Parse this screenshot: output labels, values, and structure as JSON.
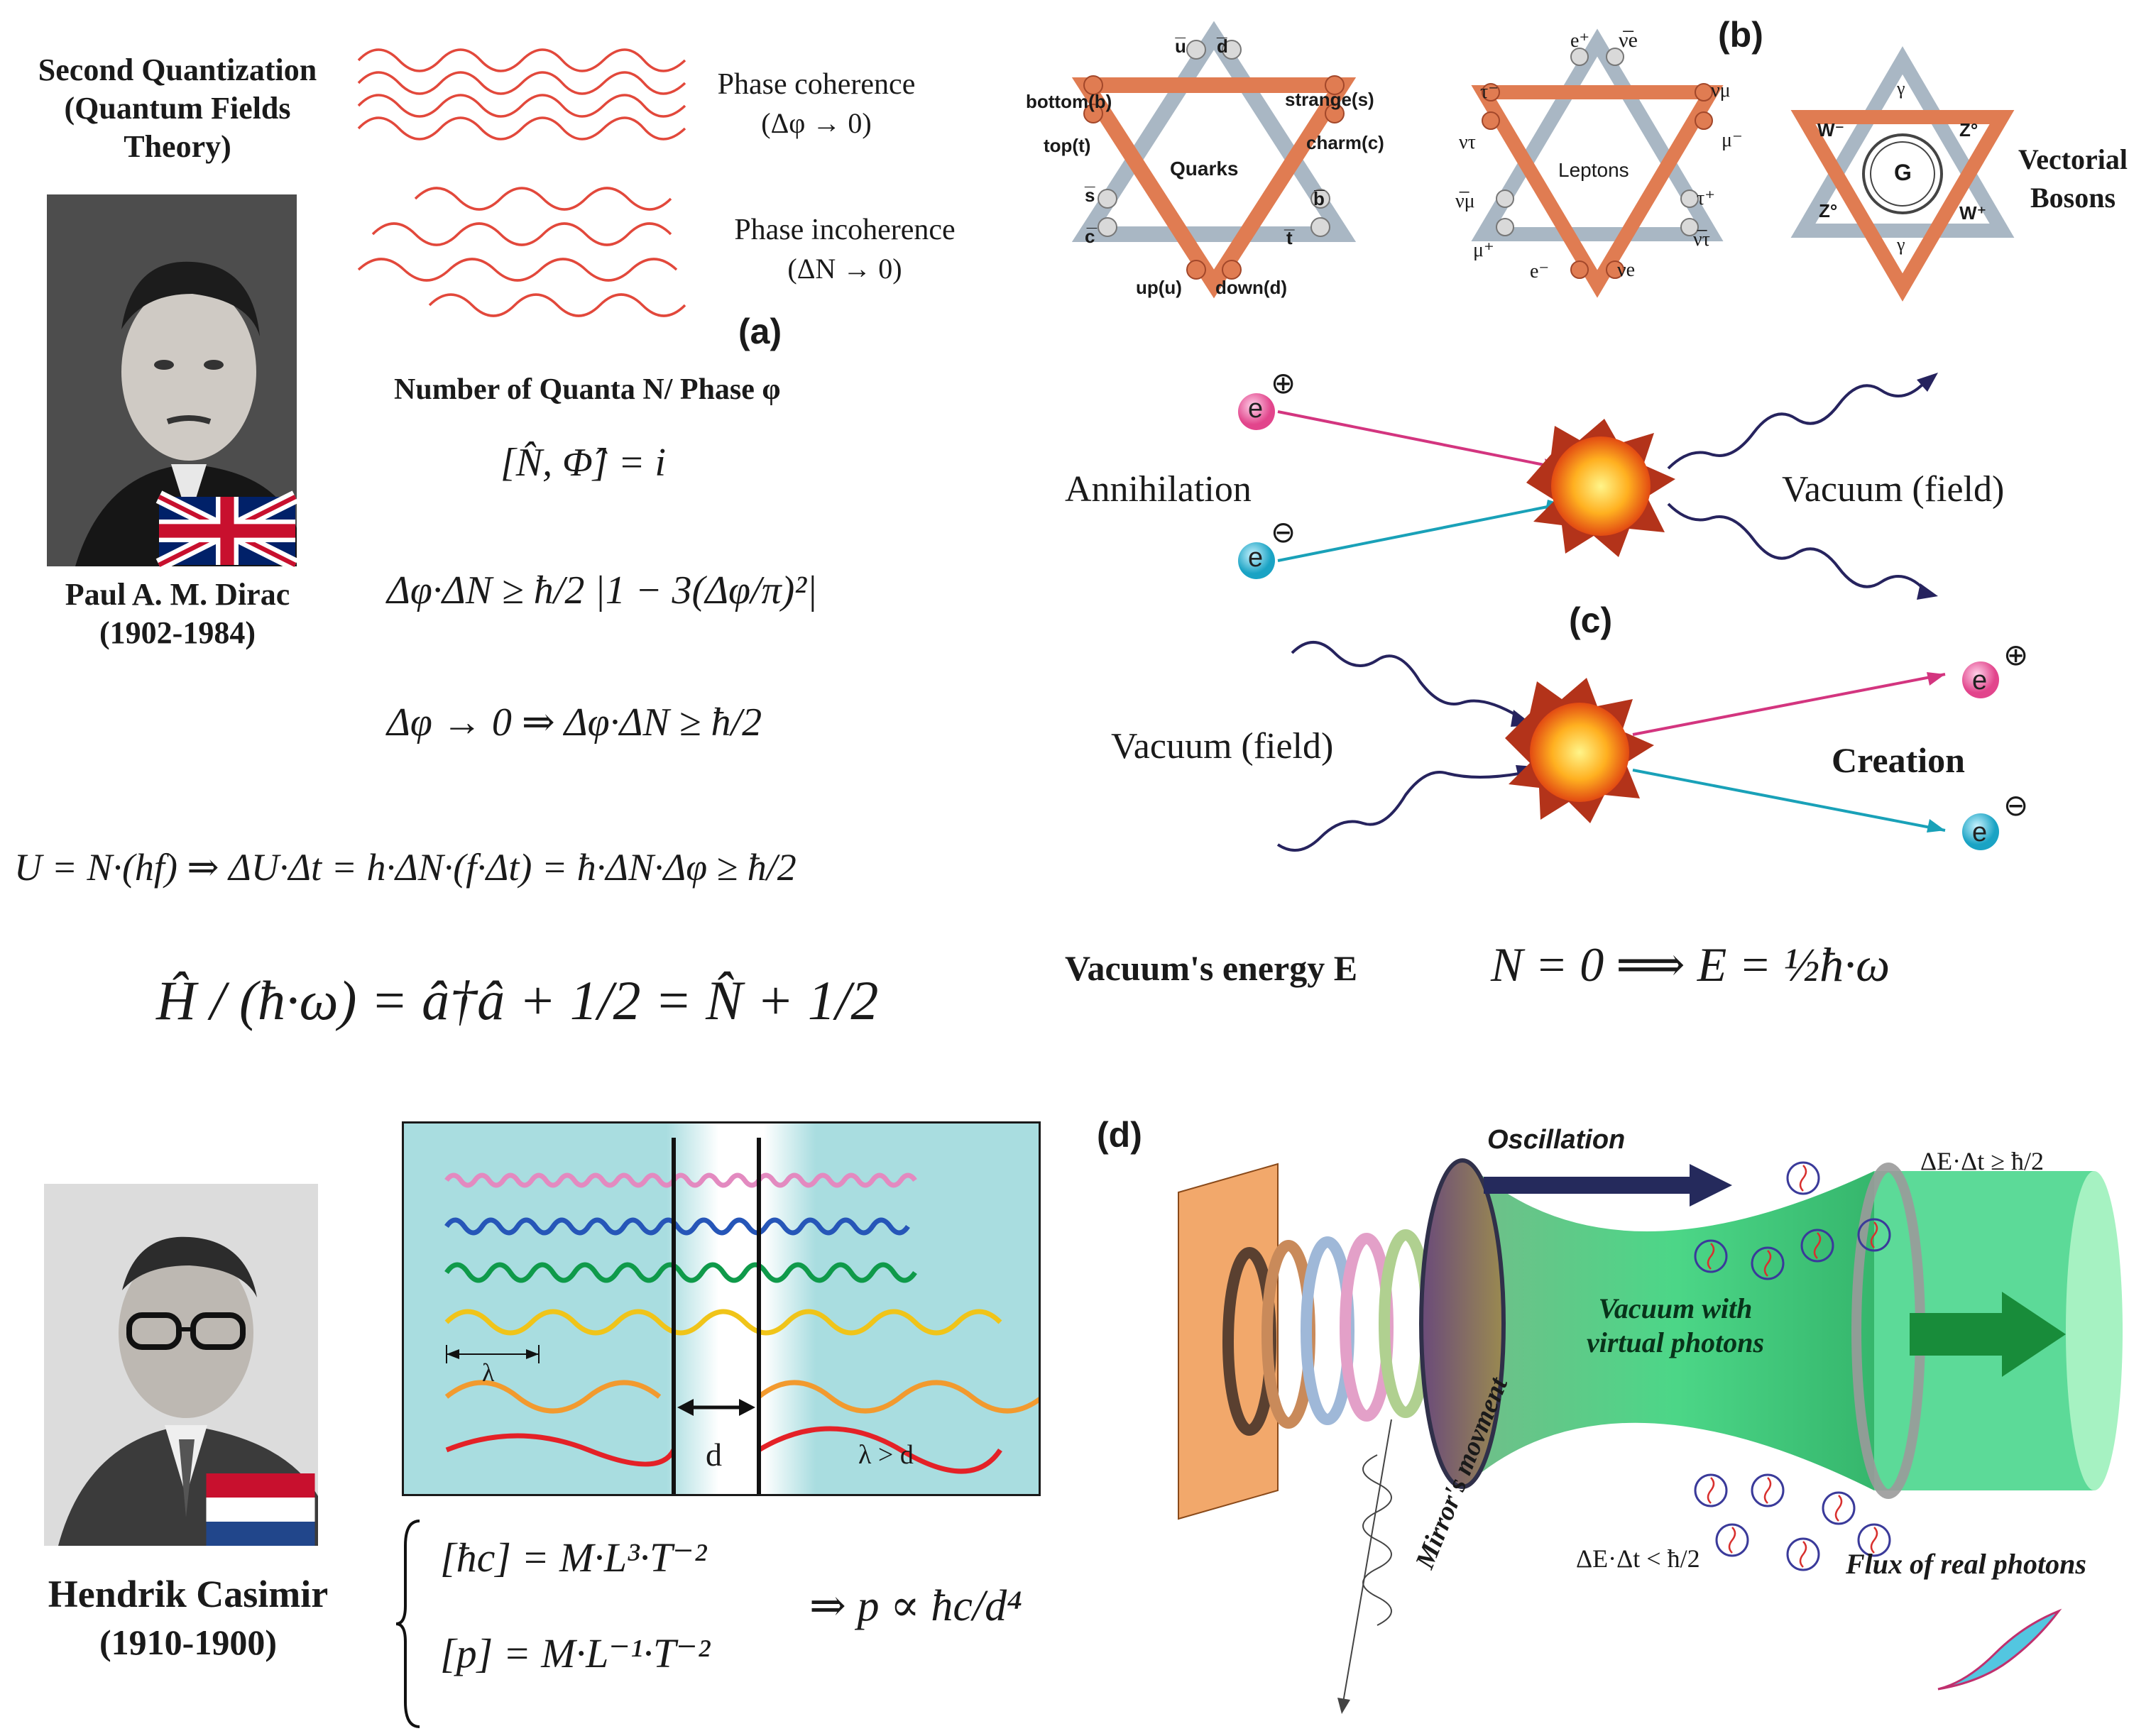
{
  "dirac": {
    "heading": "Second Quantization\n(Quantum Fields\nTheory)",
    "name": "Paul A. M. Dirac",
    "years": "(1902-1984)",
    "flag": "uk-flag-icon"
  },
  "panel_a": {
    "label": "(a)",
    "coherence": "Phase coherence",
    "coherence_limit": "(Δφ → 0)",
    "incoherence": "Phase incoherence",
    "incoherence_limit": "(ΔN → 0)",
    "quanta_title": "Number of Quanta N/ Phase φ",
    "commutator": "[N̂, Φ̂] = i",
    "uncertainty": "Δφ·ΔN ≥ ħ/2 |1 − 3(Δφ/π)²|",
    "limit": "Δφ → 0 ⇒ Δφ·ΔN ≥ ħ/2",
    "energy_relation": "U = N·(hf) ⇒ ΔU·Δt = h·ΔN·(f·Δt) = ħ·ΔN·Δφ ≥ ħ/2",
    "hamiltonian": "Ĥ / (ħ·ω) = â†â + 1/2 = N̂ + 1/2"
  },
  "panel_b": {
    "label": "(b)",
    "quarks": {
      "center": "Quarks",
      "bottom": "bottom(b)",
      "strange": "strange(s)",
      "top": "top(t)",
      "charm": "charm(c)",
      "up": "up(u)",
      "down": "down(d)",
      "ubar": "u̅",
      "dbar": "d̅",
      "sbar": "s̅",
      "bbar": "b̅",
      "cbar": "c̅",
      "tbar": "t̅"
    },
    "leptons": {
      "center": "Leptons",
      "e_plus": "e⁺",
      "nu_e_bar": "ν̅e",
      "tau_minus": "τ⁻",
      "nu_mu": "νμ",
      "nu_tau": "ντ",
      "mu_minus": "μ⁻",
      "nu_mu_bar": "ν̅μ",
      "tau_plus": "τ⁺",
      "mu_plus": "μ⁺",
      "nu_tau_bar": "ν̅τ",
      "e_minus": "e⁻",
      "nu_e": "νe"
    },
    "bosons": {
      "gamma": "γ",
      "w_minus": "W⁻",
      "z0": "Z°",
      "g": "G",
      "w_plus": "W⁺",
      "title": "Vectorial\nBosons"
    }
  },
  "panel_c": {
    "label": "(c)",
    "annihilation": "Annihilation",
    "vacuum_field": "Vacuum (field)",
    "creation": "Creation",
    "electron": "e",
    "positron_sign": "⊕",
    "electron_sign": "⊖",
    "vacuum_energy_label": "Vacuum's energy E",
    "vacuum_energy_eq": "N = 0 ⟹ E = ½ħ·ω"
  },
  "casimir": {
    "name": "Hendrik Casimir",
    "years": "(1910-1900)",
    "flag": "netherlands-flag-icon",
    "lambda": "λ",
    "d": "d",
    "lambda_gt_d": "λ > d",
    "dim1": "[ħc] = M·L³·T⁻²",
    "dim2": "[p] = M·L⁻¹·T⁻²",
    "result": "⇒ p ∝ ħc/d⁴",
    "wave_colors": [
      "#e38ac0",
      "#2656b8",
      "#0f9a4a",
      "#f0c419",
      "#f29a2e",
      "#e42127"
    ],
    "gap_color": "#a9dde0"
  },
  "panel_d": {
    "label": "(d)",
    "oscillation": "Oscillation",
    "de_dt_ge": "ΔE·Δt ≥ ħ/2",
    "vacuum_virtual": "Vacuum with\nvirtual photons",
    "de_dt_lt": "ΔE·Δt < ħ/2",
    "mirror_movement": "Mirror's movment",
    "flux": "Flux of real photons"
  }
}
